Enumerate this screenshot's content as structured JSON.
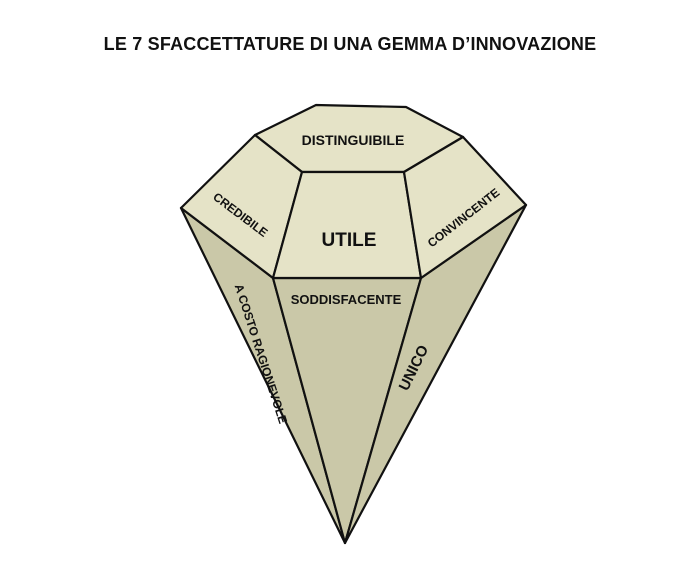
{
  "title": "LE 7 SFACCETTATURE DI UNA GEMMA D’INNOVAZIONE",
  "facets": {
    "top": "DISTINGUIBILE",
    "center": "UTILE",
    "left_upper": "CREDIBILE",
    "right_upper": "CONVINCENTE",
    "bottom_center": "SODDISFACENTE",
    "left_lower": "A COSTO RAGIONEVOLE",
    "right_lower": "UNICO"
  },
  "colors": {
    "crown": "#e5e3c7",
    "pavilion": "#cac8a8",
    "outline": "#111111"
  }
}
